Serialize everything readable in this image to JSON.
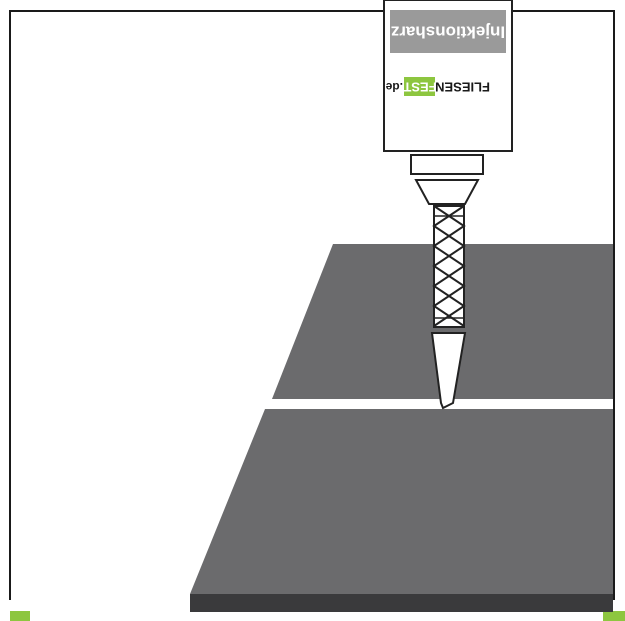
{
  "cartridge": {
    "product_label": "Injektionsharz",
    "brand_left": "FLIESEN",
    "brand_highlight": "FEST",
    "brand_suffix": ".de"
  },
  "colors": {
    "frame": "#1a1a1a",
    "tile": "#6b6b6d",
    "tile_edge": "#3a3a3c",
    "label_bg": "#9a9a9a",
    "accent_green": "#8dc63f",
    "outline": "#222222",
    "background": "#ffffff"
  },
  "icons": {
    "cartridge": "cartridge-icon",
    "mixing_nozzle": "static-mixer-icon",
    "tile": "tile-icon"
  }
}
